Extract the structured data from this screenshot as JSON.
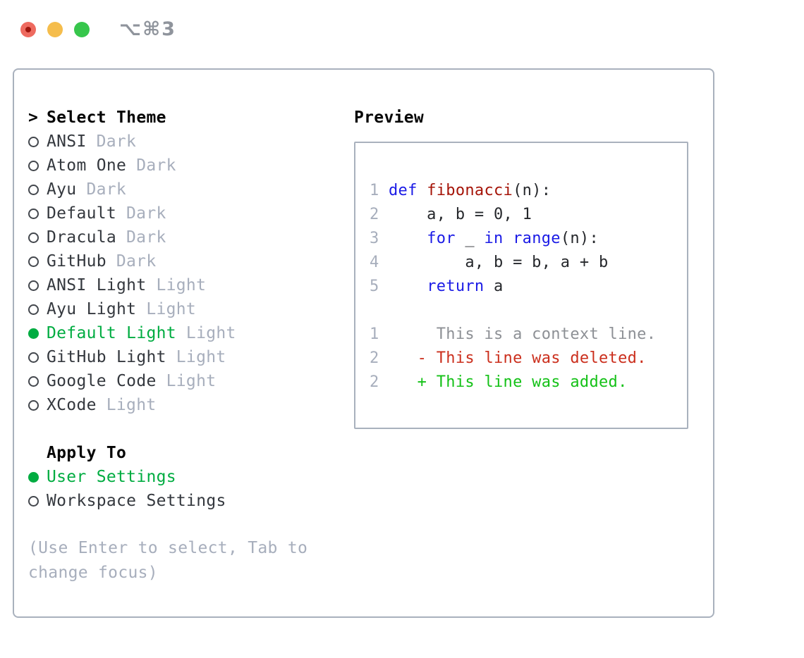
{
  "window": {
    "shortcut_title": "⌥⌘3"
  },
  "colors": {
    "keyword_blue": "#1b1be6",
    "function_red": "#a51408",
    "deleted_red": "#cb2f1d",
    "added_green": "#14c117",
    "selected_green": "#00ac41",
    "muted_gray": "#a7aebc",
    "context_gray": "#8d9095",
    "text_dark": "#34383e",
    "border_gray": "#a9b1bd",
    "traffic_red": "#ee6a5f",
    "traffic_yellow": "#f5bd4c",
    "traffic_green": "#37c64c"
  },
  "left_panel": {
    "header": {
      "cursor": ">",
      "label": "Select Theme"
    },
    "themes": [
      {
        "name": "ANSI",
        "variant": "Dark",
        "selected": false
      },
      {
        "name": "Atom One",
        "variant": "Dark",
        "selected": false
      },
      {
        "name": "Ayu",
        "variant": "Dark",
        "selected": false
      },
      {
        "name": "Default",
        "variant": "Dark",
        "selected": false
      },
      {
        "name": "Dracula",
        "variant": "Dark",
        "selected": false
      },
      {
        "name": "GitHub",
        "variant": "Dark",
        "selected": false
      },
      {
        "name": "ANSI Light",
        "variant": "Light",
        "selected": false
      },
      {
        "name": "Ayu Light",
        "variant": "Light",
        "selected": false
      },
      {
        "name": "Default Light",
        "variant": "Light",
        "selected": true
      },
      {
        "name": "GitHub Light",
        "variant": "Light",
        "selected": false
      },
      {
        "name": "Google Code",
        "variant": "Light",
        "selected": false
      },
      {
        "name": "XCode",
        "variant": "Light",
        "selected": false
      }
    ],
    "apply_to": {
      "header": "Apply To",
      "options": [
        {
          "name": "User Settings",
          "selected": true
        },
        {
          "name": "Workspace Settings",
          "selected": false
        }
      ]
    },
    "hint": "(Use Enter to select, Tab to change focus)"
  },
  "preview": {
    "title": "Preview",
    "lines": [
      {
        "num": "1",
        "segments": [
          {
            "text": "def",
            "style": "kw"
          },
          {
            "text": " ",
            "style": "plain"
          },
          {
            "text": "fibonacci",
            "style": "fn"
          },
          {
            "text": "(n):",
            "style": "plain"
          }
        ]
      },
      {
        "num": "2",
        "segments": [
          {
            "text": "    a, b = 0, 1",
            "style": "plain"
          }
        ]
      },
      {
        "num": "3",
        "segments": [
          {
            "text": "    ",
            "style": "plain"
          },
          {
            "text": "for",
            "style": "kw"
          },
          {
            "text": " _ ",
            "style": "plain"
          },
          {
            "text": "in",
            "style": "kw"
          },
          {
            "text": " ",
            "style": "plain"
          },
          {
            "text": "range",
            "style": "kw"
          },
          {
            "text": "(n):",
            "style": "plain"
          }
        ]
      },
      {
        "num": "4",
        "segments": [
          {
            "text": "        a, b = b, a + b",
            "style": "plain"
          }
        ]
      },
      {
        "num": "5",
        "segments": [
          {
            "text": "    ",
            "style": "plain"
          },
          {
            "text": "return",
            "style": "kw"
          },
          {
            "text": " a",
            "style": "plain"
          }
        ]
      },
      {
        "num": "",
        "segments": []
      },
      {
        "num": "1",
        "segments": [
          {
            "text": "     This is a context line.",
            "style": "ctx"
          }
        ]
      },
      {
        "num": "2",
        "segments": [
          {
            "text": "   - This line was deleted.",
            "style": "del"
          }
        ]
      },
      {
        "num": "2",
        "segments": [
          {
            "text": "   + This line was added.",
            "style": "add"
          }
        ]
      }
    ]
  }
}
